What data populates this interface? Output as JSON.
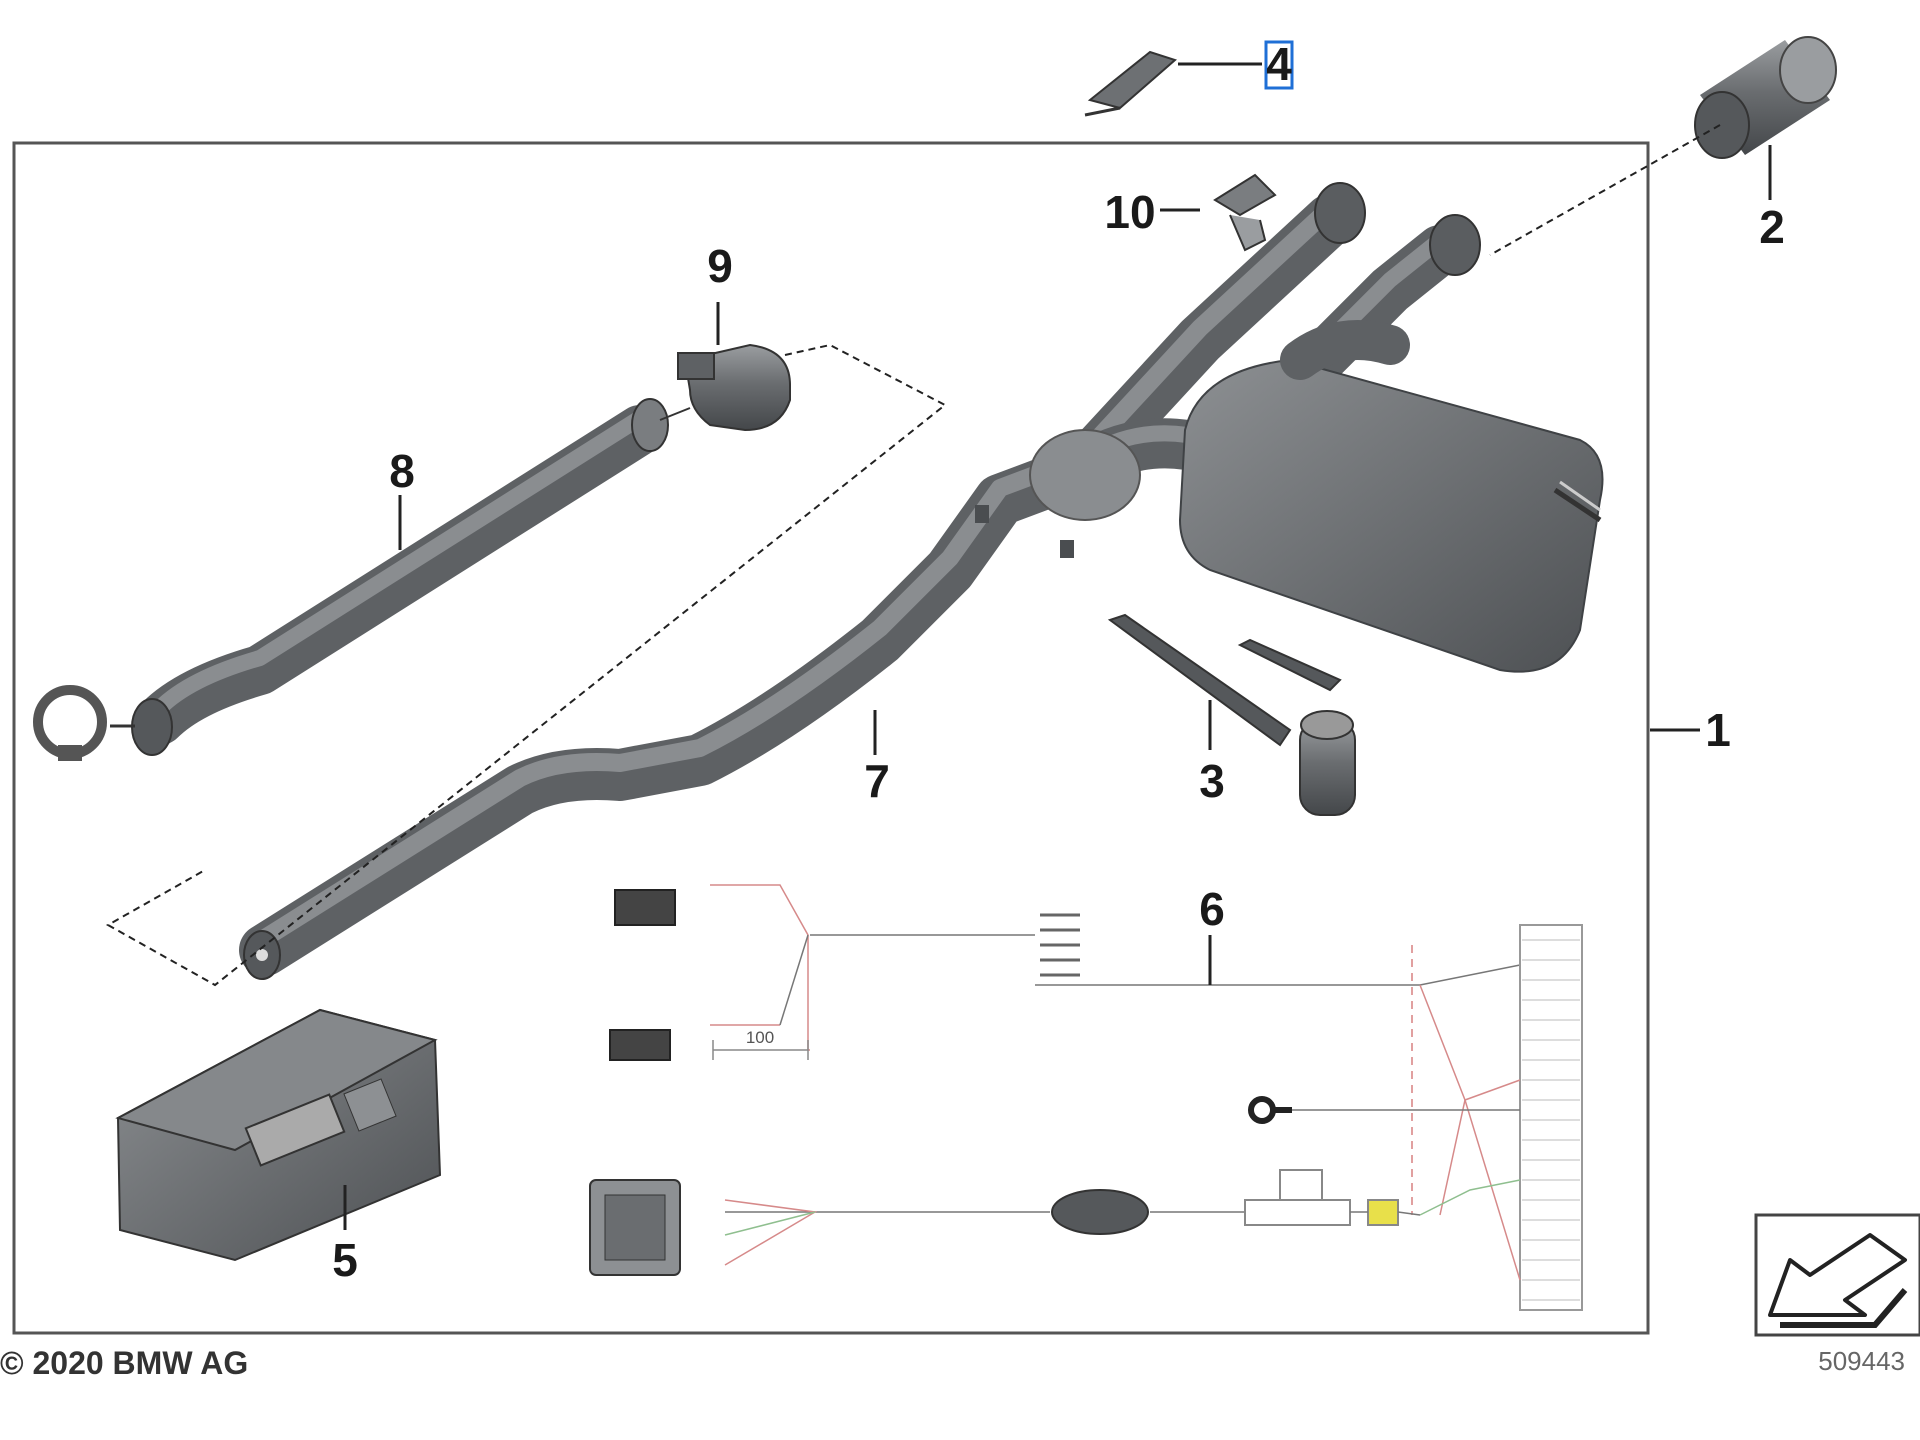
{
  "diagram": {
    "callouts": {
      "c1": "1",
      "c2": "2",
      "c3": "3",
      "c4": "4",
      "c5": "5",
      "c6": "6",
      "c7": "7",
      "c8": "8",
      "c9": "9",
      "c10": "10"
    },
    "dimension_label": "100",
    "copyright": "© 2020 BMW AG",
    "drawing_number": "509443"
  },
  "colors": {
    "part_dark": "#5e6164",
    "part_light": "#8a8d90",
    "highlight_box": "#1f6fd6",
    "fuse_yellow": "#e8e04a"
  }
}
